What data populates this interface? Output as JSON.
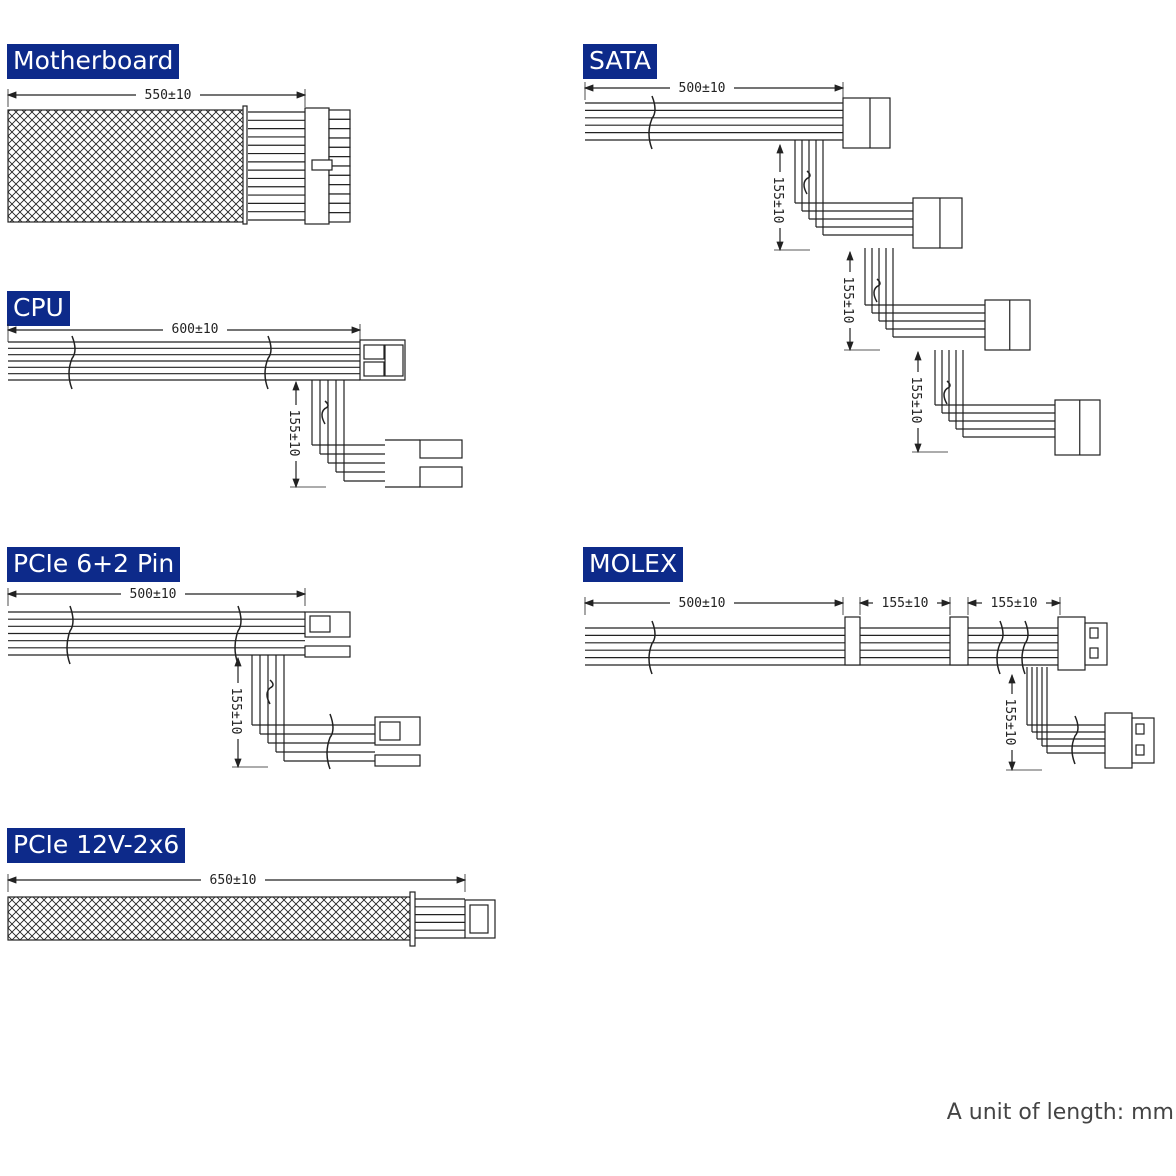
{
  "sections": {
    "motherboard": {
      "title": "Motherboard",
      "length": "550±10"
    },
    "cpu": {
      "title": "CPU",
      "length": "600±10",
      "branch": "155±10"
    },
    "pcie62": {
      "title": "PCIe 6+2 Pin",
      "length": "500±10",
      "branch": "155±10"
    },
    "pcie12v": {
      "title": "PCIe 12V-2x6",
      "length": "650±10"
    },
    "sata": {
      "title": "SATA",
      "length": "500±10",
      "branches": [
        "155±10",
        "155±10",
        "155±10"
      ]
    },
    "molex": {
      "title": "MOLEX",
      "length": "500±10",
      "spacing": [
        "155±10",
        "155±10"
      ],
      "branch": "155±10"
    }
  },
  "footer": "A unit of length: mm",
  "colors": {
    "title_bg": "#0d2a8a",
    "line": "#222222"
  }
}
